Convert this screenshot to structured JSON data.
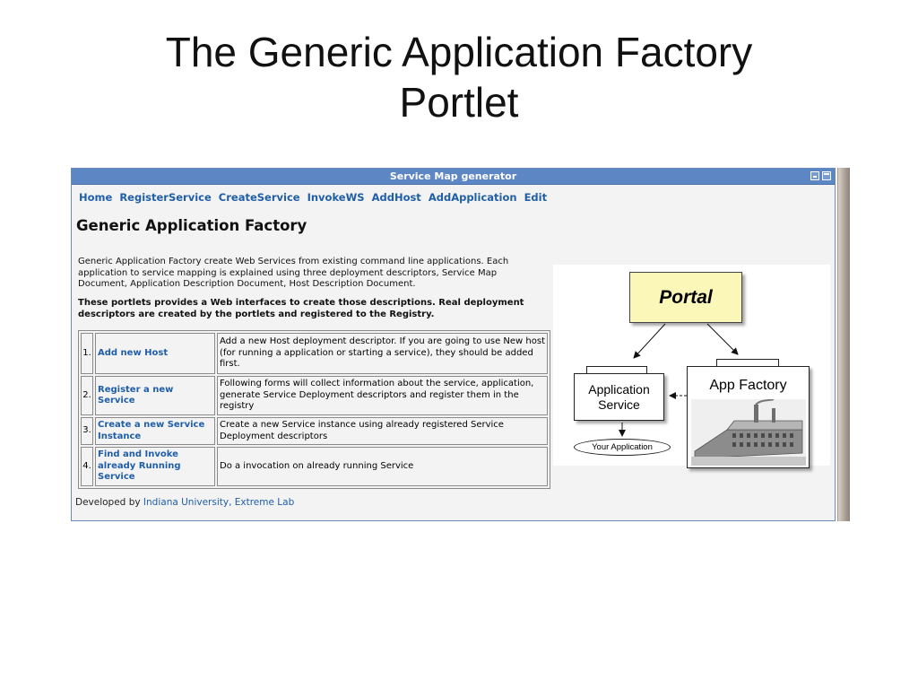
{
  "slide": {
    "title_line1": "The Generic Application Factory",
    "title_line2": "Portlet"
  },
  "portlet": {
    "window_title": "Service Map generator",
    "nav": [
      "Home",
      "RegisterService",
      "CreateService",
      "InvokeWS",
      "AddHost",
      "AddApplication",
      "Edit"
    ],
    "heading": "Generic Application Factory",
    "description": "Generic Application Factory create Web Services from existing command line applications. Each application to service mapping is explained using three deployment descriptors, Service Map Document, Application Description Document, Host Description Document.",
    "description_bold": "These portlets provides a Web interfaces to create those descriptions. Real deployment descriptors are created by the portlets and registered to the Registry.",
    "tasks": [
      {
        "num": "1.",
        "link": "Add new Host",
        "desc": "Add a new Host deployment descriptor. If you are going to use New host (for running a application or starting a service), they should be added first."
      },
      {
        "num": "2.",
        "link": "Register a new Service",
        "desc": "Following forms will collect information about the service, application, generate Service Deployment descriptors and register them in the registry"
      },
      {
        "num": "3.",
        "link": "Create a new Service Instance",
        "desc": "Create a new Service instance using already registered Service Deployment descriptors"
      },
      {
        "num": "4.",
        "link": "Find and Invoke already Running Service",
        "desc": "Do a invocation on already running Service"
      }
    ],
    "footer_prefix": "Developed by",
    "footer_link": "Indiana University, Extreme Lab"
  },
  "diagram": {
    "portal": "Portal",
    "app_service_line1": "Application",
    "app_service_line2": "Service",
    "app_factory": "App Factory",
    "your_application": "Your Application"
  },
  "colors": {
    "titlebar": "#5d86c4",
    "link": "#1f5ea8",
    "portal_fill": "#fbf7b8"
  }
}
